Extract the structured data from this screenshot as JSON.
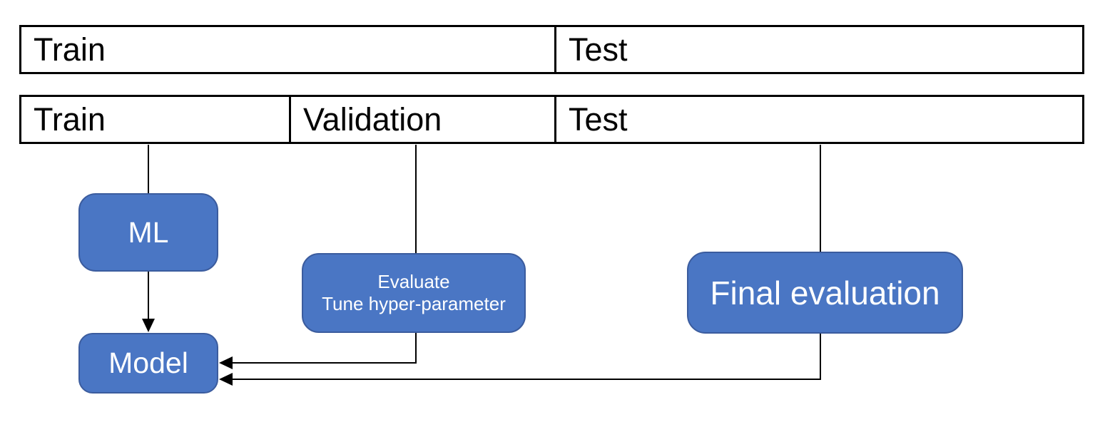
{
  "colors": {
    "canvas_bg": "#ffffff",
    "bar_bg": "#ffffff",
    "bar_border": "#000000",
    "bar_text": "#000000",
    "box_fill": "#4a76c4",
    "box_border": "#3b5c9e",
    "box_text": "#ffffff",
    "connector": "#000000"
  },
  "top_split_bar": {
    "cells": [
      {
        "label": "Train"
      },
      {
        "label": "Test"
      }
    ]
  },
  "bottom_split_bar": {
    "cells": [
      {
        "label": "Train"
      },
      {
        "label": "Validation"
      },
      {
        "label": "Test"
      }
    ]
  },
  "nodes": {
    "ml": {
      "label": "ML"
    },
    "model": {
      "label": "Model"
    },
    "evaluate": {
      "line1": "Evaluate",
      "line2": "Tune hyper-parameter"
    },
    "final_evaluation": {
      "label": "Final evaluation"
    }
  }
}
